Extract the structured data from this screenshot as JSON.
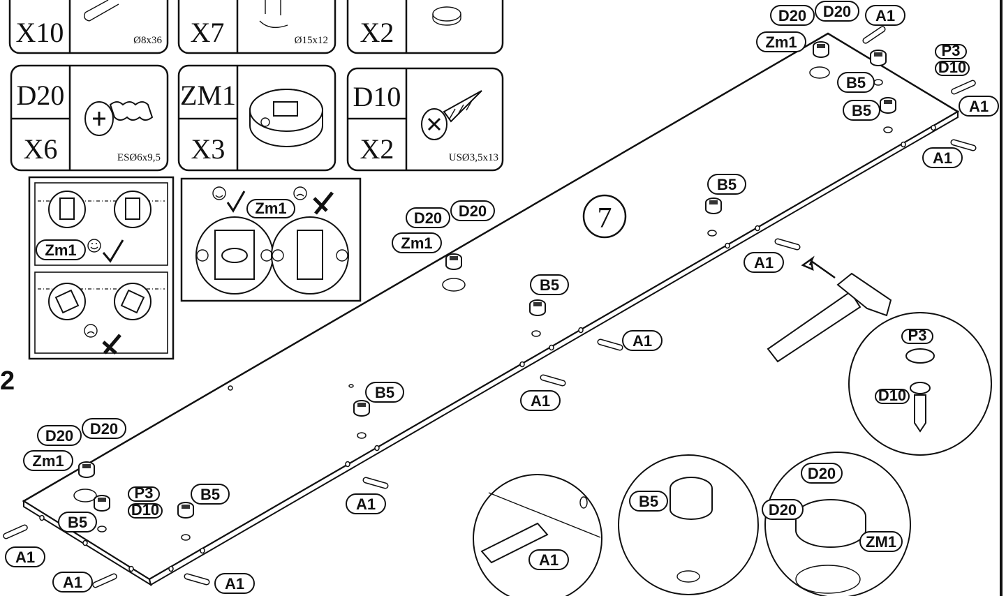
{
  "parts_table": [
    {
      "code": "X10",
      "size": "Ø8x36"
    },
    {
      "code": "X7",
      "size": "Ø15x12"
    },
    {
      "code": "X2",
      "size": ""
    },
    {
      "code": "D20",
      "count": "X6",
      "size": "ESØ6x9,5"
    },
    {
      "code": "ZM1",
      "count": "X3",
      "size": ""
    },
    {
      "code": "D10",
      "count": "X2",
      "size": "USØ3,5x13"
    }
  ],
  "step": {
    "number": "2",
    "panel_number": "7"
  },
  "labels": {
    "a1": "A1",
    "b5": "B5",
    "d20": "D20",
    "d10": "D10",
    "p3": "P3",
    "zm1": "Zm1",
    "zm1_upper": "ZM1"
  },
  "icons": [
    "smiley-icon",
    "frown-icon",
    "checkmark-icon",
    "cross-icon",
    "hammer-icon",
    "arrow-icon"
  ]
}
